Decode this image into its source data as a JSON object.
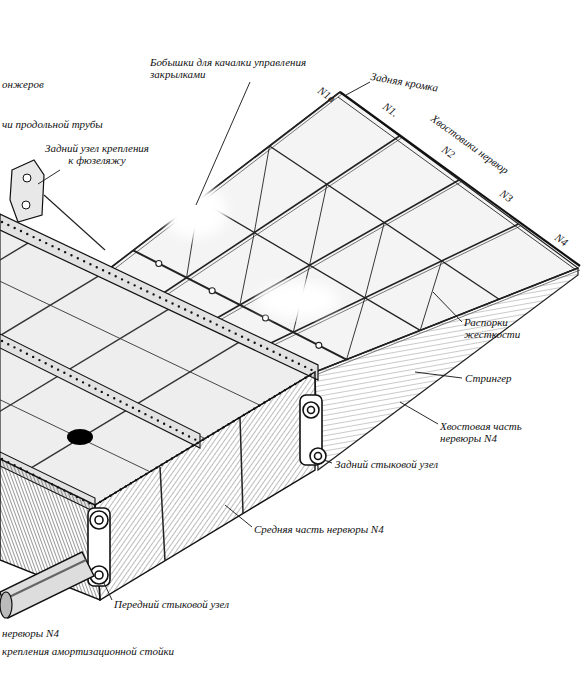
{
  "diagram": {
    "labels": [
      "онжеров",
      "чи продольной трубы",
      "Задний узел крепления к фюзеляжу",
      "Бобышки для качалки управления закрылками",
      "N1а",
      "Задняя кромка",
      "N1.",
      "Хвостовики нервюр",
      "N2",
      "N3",
      "N4",
      "Распорки жесткости",
      "Стрингер",
      "Хвостовая часть нервюры N4",
      "Задний стыковой узел",
      "Средняя часть нервюры N4",
      "Передний стыковой узел",
      "нервюры N4",
      "крепления амортизационной стойки"
    ]
  }
}
